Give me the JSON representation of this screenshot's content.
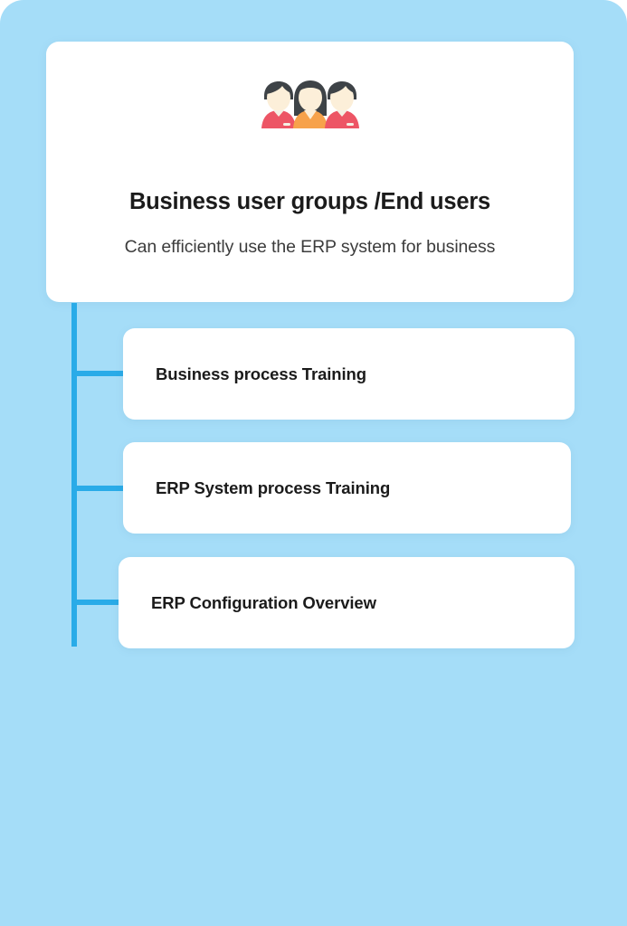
{
  "page": {
    "background_color": "#a5ddf8",
    "accent_color": "#29abe8",
    "card_color": "#ffffff",
    "text_color": "#1b1b1b"
  },
  "header": {
    "icon": "three-people-group-icon",
    "title": "Business user groups /End users",
    "subtitle": "Can efficiently use the ERP system for business"
  },
  "items": [
    {
      "label": "Business process Training"
    },
    {
      "label": "ERP System process Training"
    },
    {
      "label": "ERP Configuration Overview"
    }
  ]
}
